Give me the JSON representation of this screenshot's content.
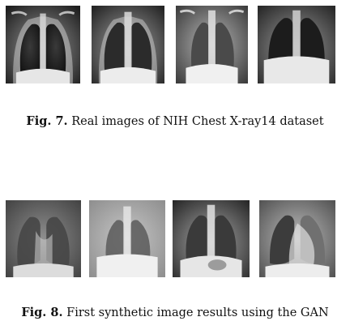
{
  "figures": [
    {
      "label": "Fig. 7.",
      "caption": "Real images of NIH Chest X-ray14 dataset",
      "images": [
        {
          "name": "real-xray-1"
        },
        {
          "name": "real-xray-2"
        },
        {
          "name": "real-xray-3"
        },
        {
          "name": "real-xray-4"
        }
      ]
    },
    {
      "label": "Fig. 8.",
      "caption": "First synthetic image results using the GAN",
      "images": [
        {
          "name": "synthetic-xray-1"
        },
        {
          "name": "synthetic-xray-2"
        },
        {
          "name": "synthetic-xray-3"
        },
        {
          "name": "synthetic-xray-4"
        }
      ]
    }
  ]
}
